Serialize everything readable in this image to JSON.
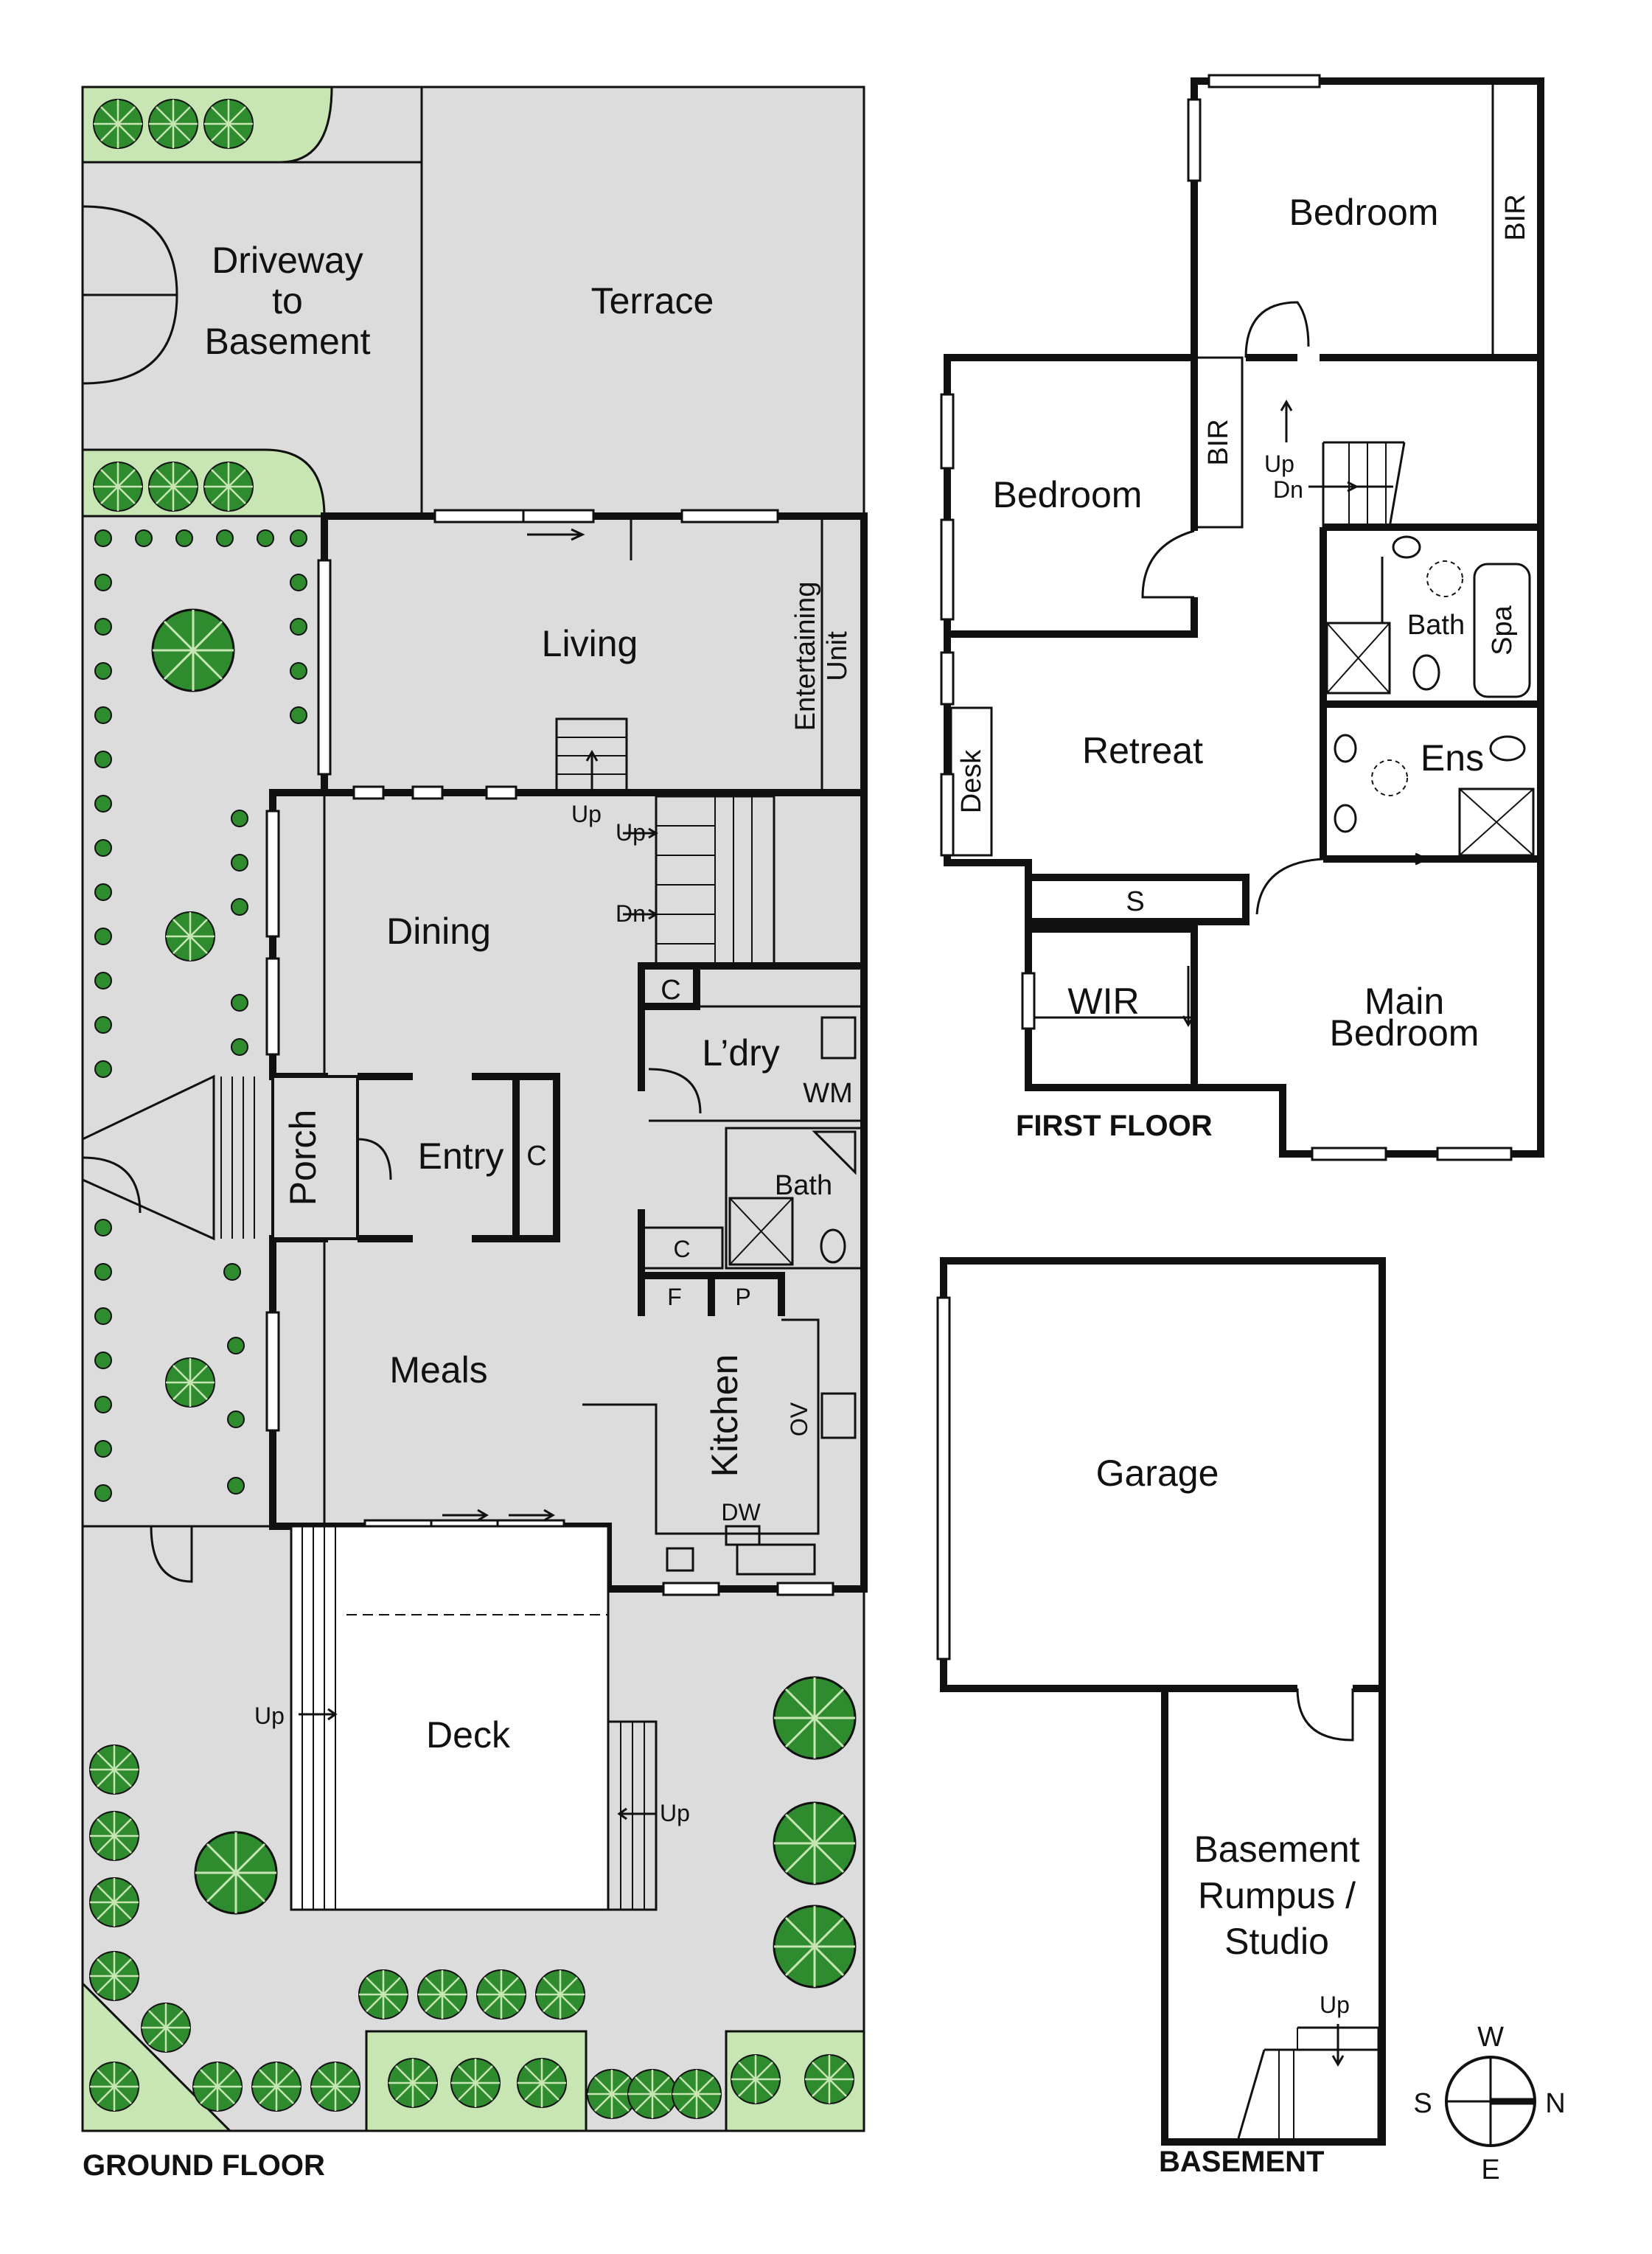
{
  "colors": {
    "paving": "#dcdcdc",
    "garden": "#c8e6b4",
    "shrub": "#2e8b2e",
    "wall": "#111111"
  },
  "floors": {
    "ground": "GROUND FLOOR",
    "first": "FIRST FLOOR",
    "basement": "BASEMENT"
  },
  "ground_rooms": {
    "driveway": [
      "Driveway",
      "to",
      "Basement"
    ],
    "terrace": "Terrace",
    "living": "Living",
    "entertaining": [
      "Entertaining",
      "Unit"
    ],
    "dining": "Dining",
    "entry": "Entry",
    "porch": "Porch",
    "laundry": "L’dry",
    "wm": "WM",
    "bath": "Bath",
    "meals": "Meals",
    "kitchen": "Kitchen",
    "ov": "OV",
    "dw": "DW",
    "deck": "Deck",
    "c": "C",
    "f": "F",
    "p": "P",
    "up": "Up",
    "dn": "Dn"
  },
  "first_rooms": {
    "bedroom1": "Bedroom",
    "bedroom2": "Bedroom",
    "bir": "BIR",
    "retreat": "Retreat",
    "desk": "Desk",
    "bath": "Bath",
    "spa": "Spa",
    "ens": "Ens",
    "s": "S",
    "wir": "WIR",
    "main_bedroom": [
      "Main",
      "Bedroom"
    ],
    "up": "Up",
    "dn": "Dn"
  },
  "basement_rooms": {
    "garage": "Garage",
    "rumpus": [
      "Basement",
      "Rumpus /",
      "Studio"
    ],
    "up": "Up"
  },
  "compass": {
    "w": "W",
    "s": "S",
    "n": "N",
    "e": "E"
  }
}
